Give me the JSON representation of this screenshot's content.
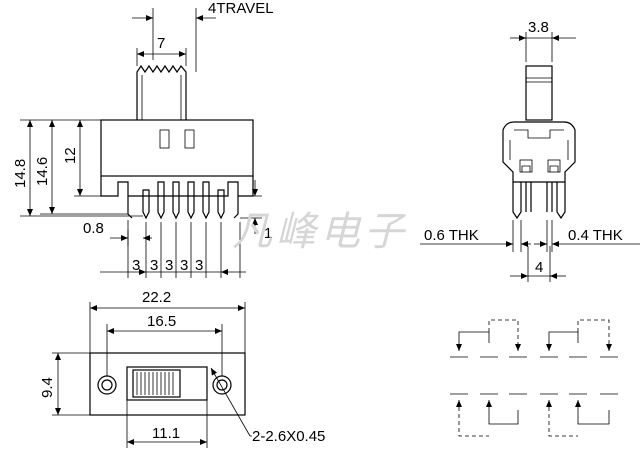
{
  "side_view": {
    "travel_label": "4TRAVEL",
    "actuator_width": "7",
    "height_outer": "14.8",
    "height_inner": "14.6",
    "height_body": "12",
    "pin_offset": "0.8",
    "pin_length": "1",
    "pitches": [
      "3",
      "3",
      "3",
      "3",
      "3"
    ]
  },
  "end_view": {
    "actuator_width": "3.8",
    "pin_thickness_left": "0.6 THK",
    "pin_thickness_right": "0.4 THK",
    "pin_spacing": "4"
  },
  "top_view": {
    "overall_length": "22.2",
    "hole_spacing": "16.5",
    "body_width": "9.4",
    "slot_length": "11.1",
    "hole_callout": "2-2.6X0.45"
  },
  "watermark": "凡峰电子",
  "colors": {
    "line": "#000000",
    "watermark": "#d6d6d6",
    "background": "#ffffff"
  }
}
